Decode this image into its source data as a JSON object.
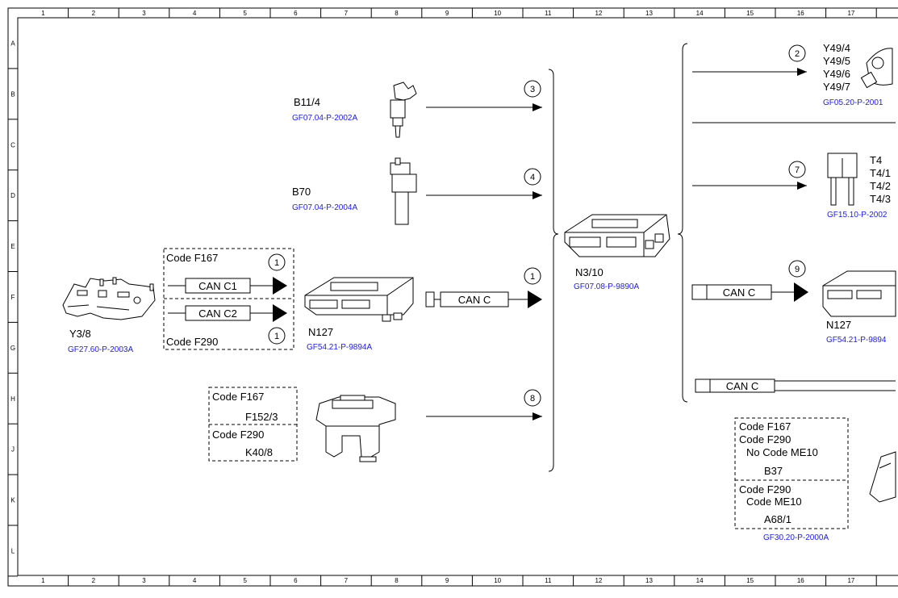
{
  "frame": {
    "columns": [
      "1",
      "2",
      "3",
      "4",
      "5",
      "6",
      "7",
      "8",
      "9",
      "10",
      "11",
      "12",
      "13",
      "14",
      "15",
      "16",
      "17"
    ],
    "rows": [
      "A",
      "B",
      "C",
      "D",
      "E",
      "F",
      "G",
      "H",
      "J",
      "K",
      "L"
    ]
  },
  "components": {
    "b11_4": {
      "label": "B11/4",
      "ref": "GF07.04-P-2002A"
    },
    "b70": {
      "label": "B70",
      "ref": "GF07.04-P-2004A"
    },
    "y3_8": {
      "label": "Y3/8",
      "ref": "GF27.60-P-2003A"
    },
    "n127_left": {
      "label": "N127",
      "ref": "GF54.21-P-9894A"
    },
    "n3_10": {
      "label": "N3/10",
      "ref": "GF07.08-P-9890A"
    },
    "y49": {
      "labels": [
        "Y49/4",
        "Y49/5",
        "Y49/6",
        "Y49/7"
      ],
      "ref": "GF05.20-P-2001"
    },
    "t4": {
      "labels": [
        "T4",
        "T4/1",
        "T4/2",
        "T4/3"
      ],
      "ref": "GF15.10-P-2002"
    },
    "n127_right": {
      "label": "N127",
      "ref": "GF54.21-P-9894"
    },
    "f152_box": {
      "code1": "Code F167",
      "part1": "F152/3",
      "code2": "Code F290",
      "part2": "K40/8"
    },
    "b37_box": {
      "code1": "Code F167",
      "code2": "Code F290",
      "note": "No Code ME10",
      "part1": "B37",
      "code3": "Code F290",
      "code4": "Code ME10",
      "part2": "A68/1",
      "ref": "GF30.20-P-2000A"
    }
  },
  "can_box": {
    "code_top": "Code F167",
    "can1": "CAN C1",
    "circle_top": "1",
    "can2": "CAN C2",
    "code_bottom": "Code F290",
    "circle_bottom": "1"
  },
  "signals": {
    "s3": "3",
    "s4": "4",
    "s1": "1",
    "s8": "8",
    "s2": "2",
    "s7": "7",
    "s9": "9",
    "can_mid": "CAN C",
    "can_right": "CAN C",
    "can_bottom": "CAN C"
  }
}
